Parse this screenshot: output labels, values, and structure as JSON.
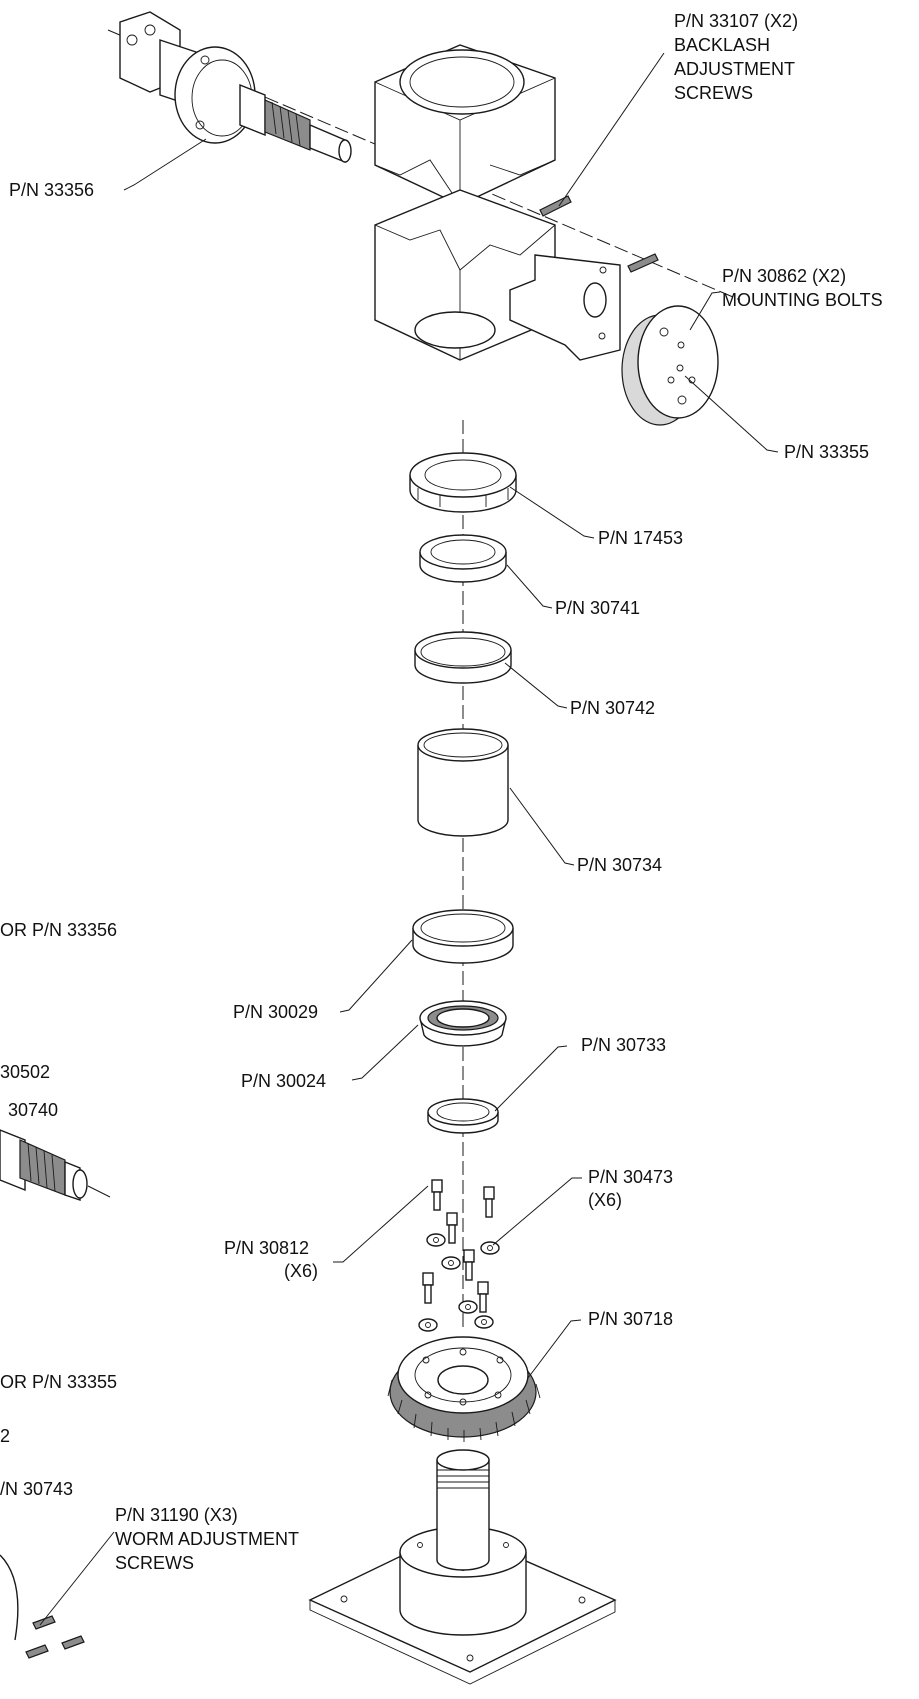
{
  "labels": {
    "p33107": [
      "P/N 33107 (X2)",
      "BACKLASH",
      "ADJUSTMENT",
      "SCREWS"
    ],
    "p33356": "P/N 33356",
    "p30862": [
      "P/N 30862  (X2)",
      "MOUNTING BOLTS"
    ],
    "p33355": "P/N 33355",
    "p17453": "P/N 17453",
    "p30741": "P/N 30741",
    "p30742": "P/N 30742",
    "p30734": "P/N 30734",
    "p30029": "P/N 30029",
    "p30024": "P/N 30024",
    "p30733": "P/N 30733",
    "p30473": [
      "P/N 30473",
      "(X6)"
    ],
    "p30812": [
      "P/N 30812",
      "(X6)"
    ],
    "p30718": "P/N 30718",
    "p31190": [
      "P/N 31190  (X3)",
      "WORM ADJUSTMENT",
      "SCREWS"
    ],
    "left_fragments": [
      "OR P/N 33356",
      "30502",
      "30740",
      "OR P/N 33355",
      "2",
      "/N 30743"
    ]
  }
}
